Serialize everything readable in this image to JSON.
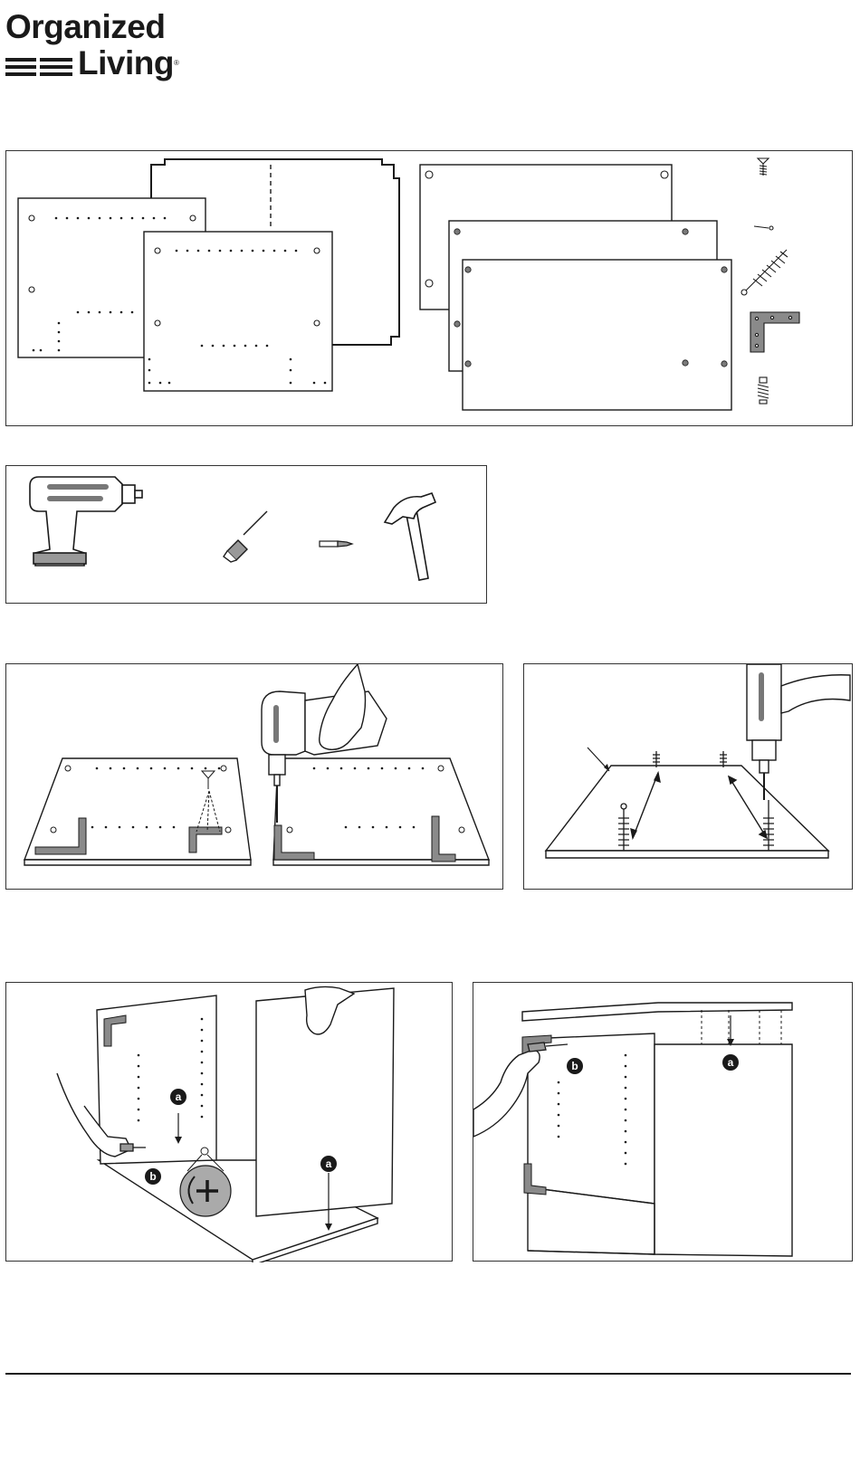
{
  "logo": {
    "line1": "Organized",
    "line2": "Living",
    "registered_mark": "®"
  },
  "step_labels": {
    "a": "a",
    "b": "b"
  },
  "colors": {
    "ink": "#1a1a1a",
    "metal": "#8a8a8a",
    "skin": "#ffffff"
  },
  "icons": [
    "drill-icon",
    "screwdriver-icon",
    "driver-bit-icon",
    "hammer-icon",
    "screw-icon",
    "dowel-pin-icon",
    "cam-bolt-icon",
    "corner-bracket-icon",
    "cam-lock-icon"
  ]
}
